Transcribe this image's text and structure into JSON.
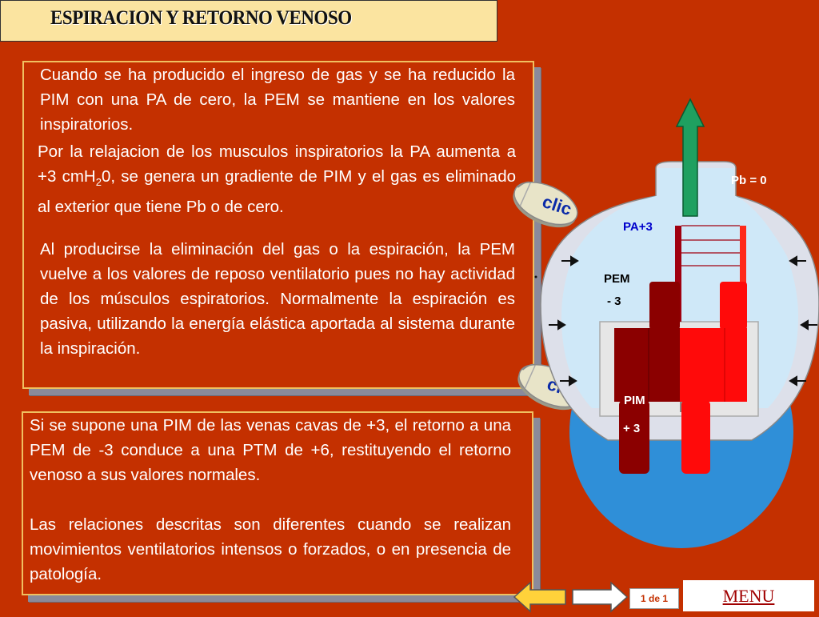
{
  "title": "ESPIRACION Y RETORNO VENOSO",
  "top_panel": {
    "para1": "Cuando se ha producido el ingreso de gas y se ha reducido la PIM con una PA de cero, la PEM se mantiene en los valores inspiratorios.",
    "para2_before": "Por la relajacion de los musculos inspiratorios la PA aumenta a +3 cmH",
    "para2_sub": "2",
    "para2_after": "0, se genera un gradiente de PIM y el gas es eliminado al exterior que tiene Pb o de cero.",
    "para3": "Al producirse la eliminación del gas o la espiración, la PEM vuelve a los valores de reposo ventilatorio pues no hay actividad de los músculos espiratorios. Normalmente la espiración es pasiva, utilizando la energía elástica aportada al sistema durante la inspiración."
  },
  "bottom_panel": {
    "para1": "Si se supone una PIM de las venas cavas de +3, el retorno a una PEM de -3 conduce a una PTM de +6, restituyendo el retorno venoso a sus valores normales.",
    "para2": "Las relaciones descritas son diferentes cuando se realizan movimientos ventilatorios intensos o forzados, o en presencia de patología."
  },
  "clic_buttons": [
    "clic",
    "clic"
  ],
  "diagram": {
    "pb_label": "Pb = 0",
    "pa_label": "PA+3",
    "pem_label": "PEM",
    "pem_value": "- 3",
    "pim_label": "PIM",
    "pim_value": "+ 3",
    "colors": {
      "outer_sphere": "#d8dce8",
      "inner_fill": "#cfe8f8",
      "blood": "#2f8fd8",
      "vein_dark": "#8b0000",
      "vein_bright": "#ff0a0a",
      "exhale_arrow": "#1fa060",
      "label_blue": "#0000cc"
    }
  },
  "navigation": {
    "page_indicator": "1 de 1",
    "menu_label": "MENU",
    "prev_icon": "arrow-left-icon",
    "next_icon": "arrow-right-icon"
  }
}
